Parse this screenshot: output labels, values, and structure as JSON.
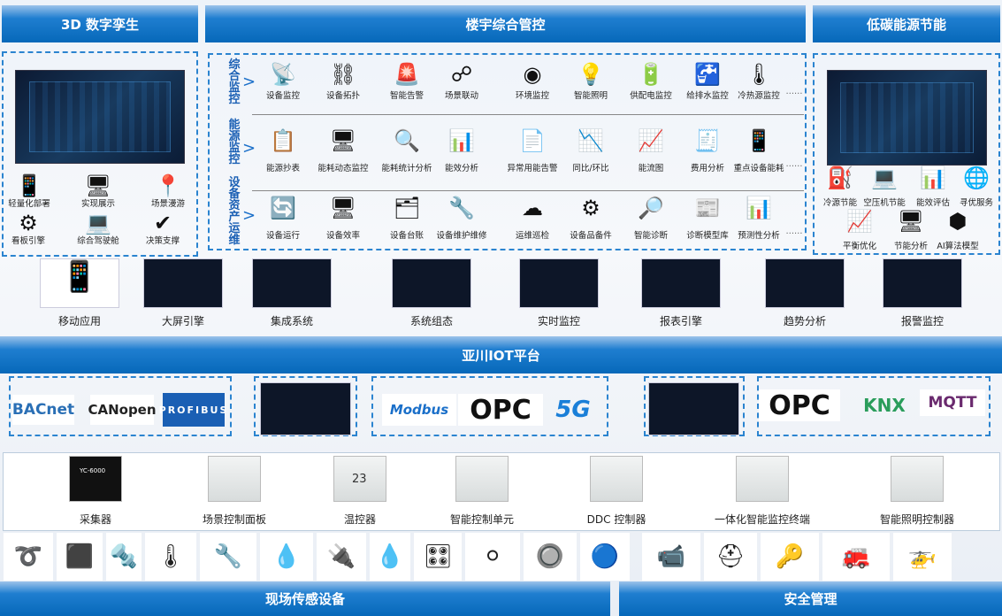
{
  "headers": {
    "twin": "3D 数字孪生",
    "building": "楼宇综合管控",
    "energy": "低碳能源节能"
  },
  "twin": {
    "items": [
      {
        "label": "轻量化部署",
        "icon": "mobile-hand-icon"
      },
      {
        "label": "实现展示",
        "icon": "devices-icon"
      },
      {
        "label": "场景漫游",
        "icon": "location-pin-icon"
      },
      {
        "label": "看板引擎",
        "icon": "desktop-gear-icon"
      },
      {
        "label": "综合驾驶舱",
        "icon": "laptop-chart-icon"
      },
      {
        "label": "决策支撑",
        "icon": "monitor-check-icon"
      }
    ]
  },
  "building": {
    "rows": [
      {
        "title": "综合监控",
        "items": [
          "设备监控",
          "设备拓扑",
          "智能告警",
          "场景联动",
          "环境监控",
          "智能照明",
          "供配电监控",
          "给排水监控",
          "冷热源监控"
        ]
      },
      {
        "title": "能源监控",
        "items": [
          "能源抄表",
          "能耗动态监控",
          "能耗统计分析",
          "能效分析",
          "异常用能告警",
          "同比/环比",
          "能流图",
          "费用分析",
          "重点设备能耗"
        ]
      },
      {
        "title": "设备资产运维",
        "items": [
          "设备运行",
          "设备效率",
          "设备台账",
          "设备维护维修",
          "运维巡检",
          "设备品备件",
          "智能诊断",
          "诊断模型库",
          "预测性分析"
        ]
      }
    ],
    "more": "……"
  },
  "energy": {
    "items": [
      {
        "label": "冷源节能",
        "icon": "valve-icon"
      },
      {
        "label": "空压机节能",
        "icon": "laptop-icon"
      },
      {
        "label": "能效评估",
        "icon": "bar-chart-icon"
      },
      {
        "label": "寻优服务",
        "icon": "globe-hand-icon"
      },
      {
        "label": "平衡优化",
        "icon": "monitor-chart-icon"
      },
      {
        "label": "节能分析",
        "icon": "dashboard-icon"
      },
      {
        "label": "AI算法模型",
        "icon": "ai-icon"
      }
    ]
  },
  "apps": [
    "移动应用",
    "大屏引擎",
    "集成系统",
    "系统组态",
    "实时监控",
    "报表引擎",
    "趋势分析",
    "报警监控"
  ],
  "platform": "亚川IOT平台",
  "protocols": [
    "BACnet",
    "CANopen",
    "PROFIBUS",
    "Modbus",
    "OPC",
    "5G",
    "OPC",
    "KNX",
    "MQTT"
  ],
  "devices": [
    "采集器",
    "场景控制面板",
    "温控器",
    "智能控制单元",
    "DDC 控制器",
    "一体化智能监控终端",
    "智能照明控制器"
  ],
  "device_text": {
    "collector": "YC-6000",
    "thermostat": "23"
  },
  "bottom": {
    "field": "现场传感设备",
    "safety": "安全管理"
  }
}
